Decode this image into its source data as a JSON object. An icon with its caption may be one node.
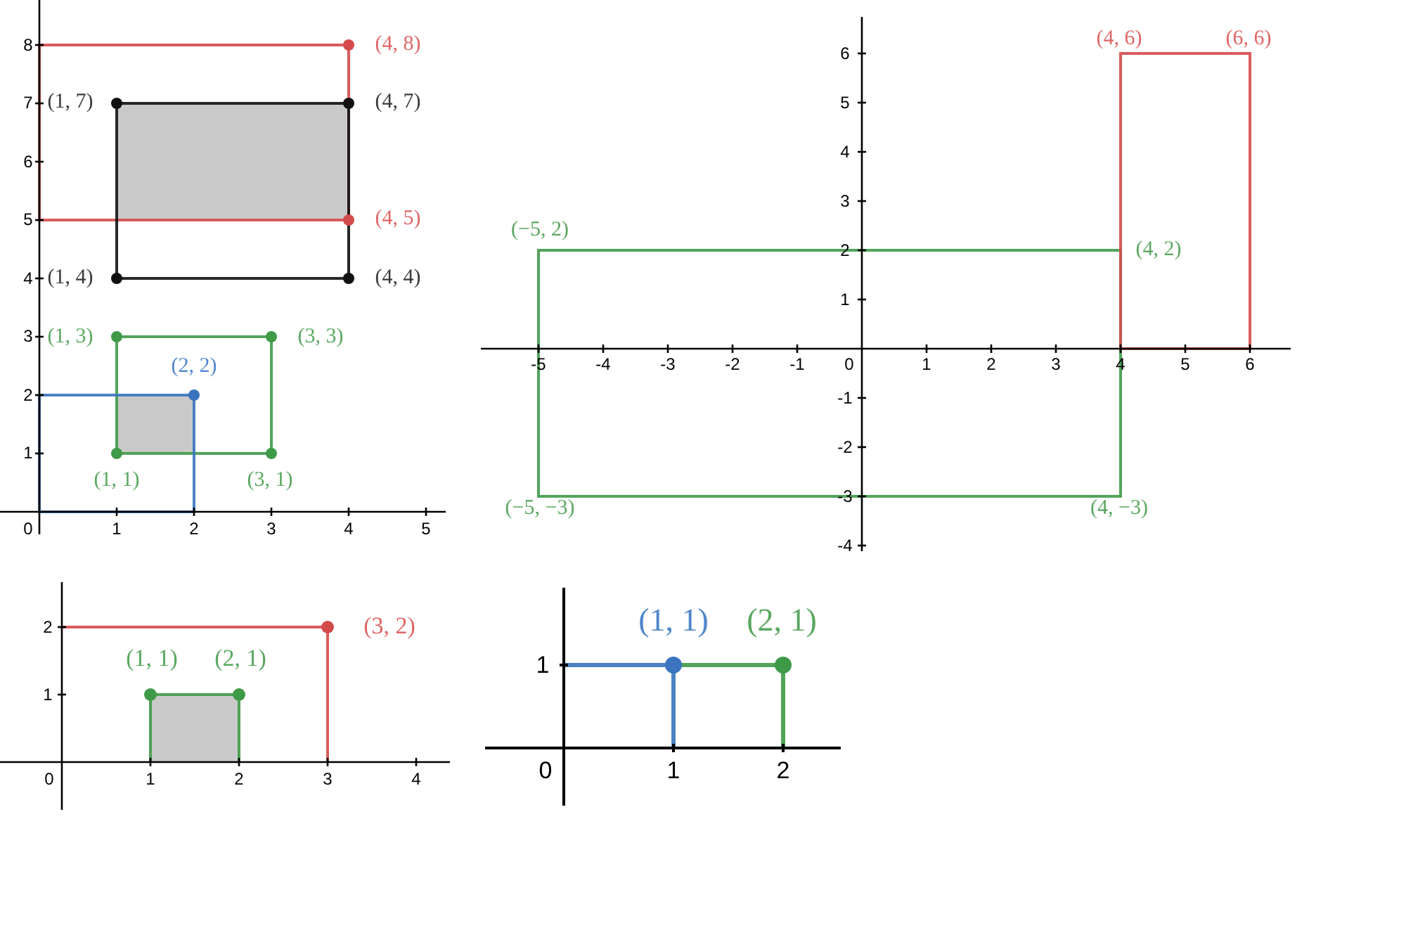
{
  "diagram": {
    "labels": [
      "8",
      "(4, 8)",
      "7",
      "(1, 7)",
      "(4, 7)",
      "6",
      "5",
      "(4, 5)",
      "4",
      "(1, 4)",
      "(4, 4)",
      "3",
      "(1, 3)",
      "(3, 3)",
      "(2, 2)",
      "2",
      "1",
      "(1, 1)",
      "(3, 1)",
      "0",
      "1",
      "2",
      "3",
      "4",
      "5",
      "(4, 6)",
      "(6, 6)",
      "6",
      "5",
      "4",
      "3",
      "(−5, 2)",
      "2",
      "(4, 2)",
      "1",
      "-5",
      "-4",
      "-3",
      "-2",
      "-1",
      "0",
      "1",
      "2",
      "3",
      "4",
      "5",
      "6",
      "-1",
      "-2",
      "-3",
      "(−5, −3)",
      "(4, −3)",
      "-4",
      "2",
      "(3, 2)",
      "(1, 1)",
      "(2, 1)",
      "1",
      "0",
      "1",
      "2",
      "3",
      "4",
      "(1, 1)",
      "(2, 1)",
      "1",
      "0",
      "1",
      "2"
    ]
  }
}
